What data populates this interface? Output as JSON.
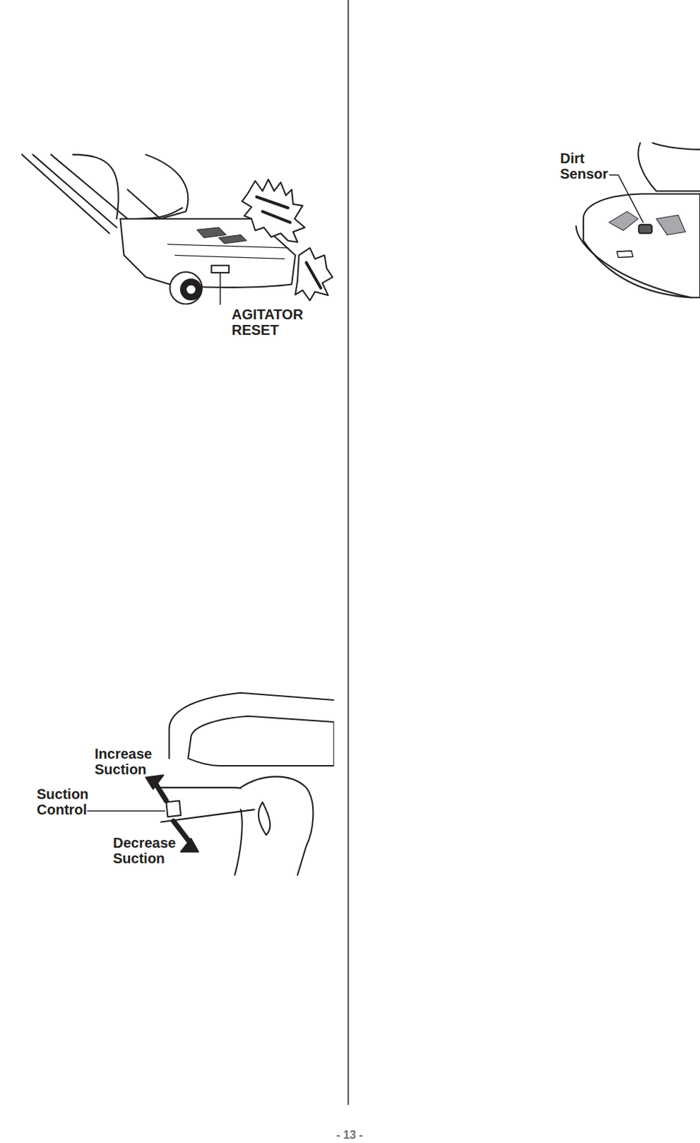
{
  "diagram": {
    "labels": [
      "AGITATOR RESET",
      "Dirt Sensor",
      "Increase Suction",
      "Suction Control",
      "Decrease Suction",
      "- 13 -"
    ]
  }
}
